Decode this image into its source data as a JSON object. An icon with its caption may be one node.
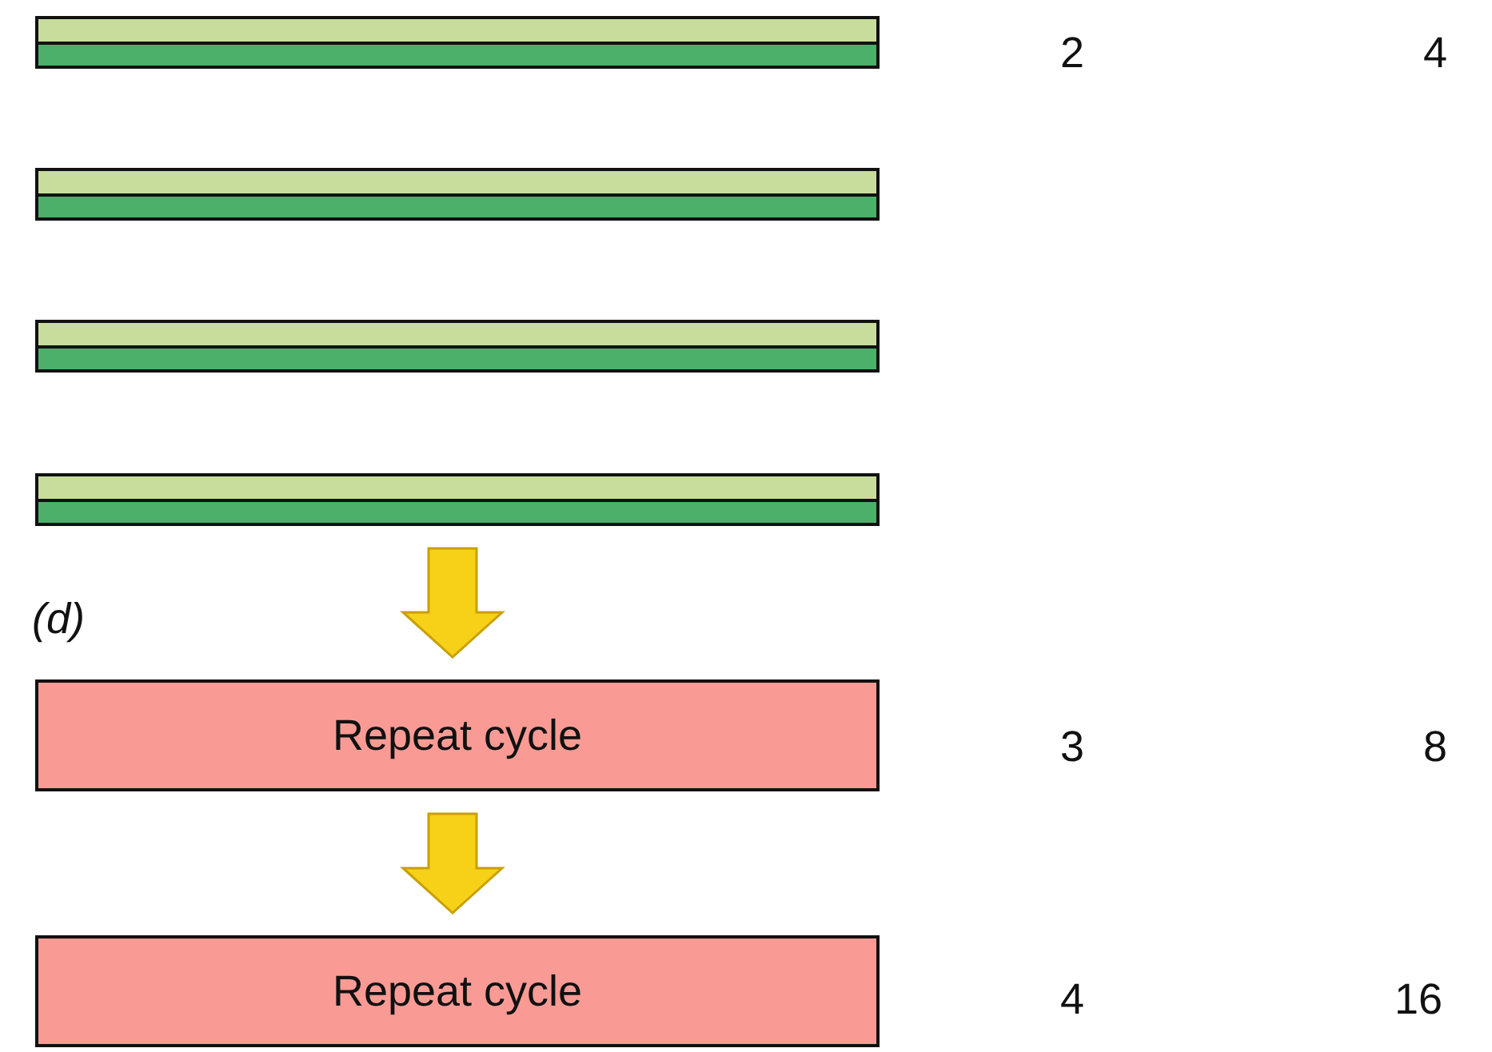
{
  "diagram": {
    "nodes": [
      {
        "text": [],
        "shape": "bar"
      },
      {
        "text": [],
        "shape": "bar"
      },
      {
        "text": [],
        "shape": "bar"
      },
      {
        "text": [],
        "shape": "bar"
      },
      {
        "text": [
          "Repeat cycle"
        ]
      },
      {
        "text": [
          "Repeat cycle"
        ]
      }
    ],
    "edges": [
      {
        "from": 3,
        "to": 4,
        "arrow": "to",
        "style": "thick"
      },
      {
        "from": 4,
        "to": 5,
        "arrow": "to",
        "style": "thick"
      }
    ],
    "labels": [
      "2",
      "4",
      "(d)",
      "3",
      "8",
      "4",
      "16"
    ]
  }
}
